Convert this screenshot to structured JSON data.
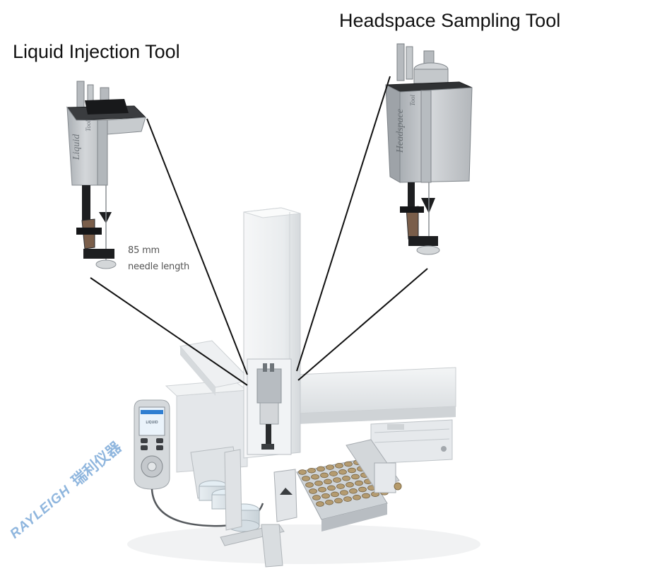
{
  "labels": {
    "liquid_tool": "Liquid Injection Tool",
    "headspace_tool": "Headspace Sampling Tool",
    "needle_length_value": "85 mm",
    "needle_length_caption": "needle length"
  },
  "tool_body_text": {
    "liquid": "Liquid",
    "headspace": "Headspace",
    "tool": "Tool"
  },
  "terminal_screen_text": "LIQUID",
  "watermark": {
    "latin": "RAYLEIGH",
    "cjk": "瑞利仪器"
  },
  "colors": {
    "callout_line": "#111111",
    "watermark": "#8fb6de",
    "tool_body": "#c4c8cc",
    "instrument": "#e6e9ec",
    "vial_cap": "#b49b70"
  }
}
